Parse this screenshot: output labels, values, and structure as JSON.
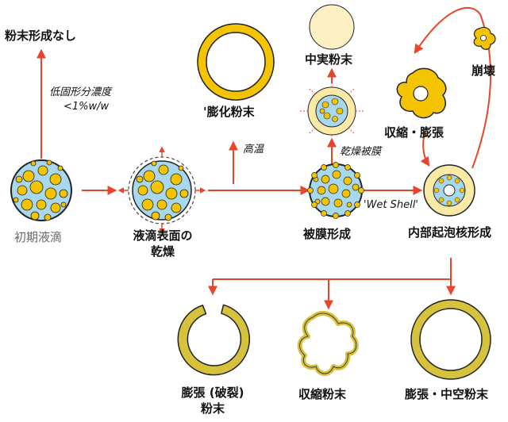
{
  "labels": {
    "no_powder": "粉末形成なし",
    "low_conc_line1": "低固形分濃度",
    "low_conc_line2": "<1%w/w",
    "initial_droplet": "初期液滴",
    "drying_line1": "液滴表面の",
    "drying_line2": "乾燥",
    "high_temp": "高温",
    "puffed_powder": "'膨化粉末",
    "film_formation": "被膜形成",
    "wet_shell": "'Wet Shell'",
    "dry_film": "乾燥被膜",
    "solid_powder": "中実粉末",
    "bubble_nucleation": "内部起泡核形成",
    "shrink_expand": "収縮・膨張",
    "collapse": "崩壊",
    "burst_line1": "膨張 (破裂)",
    "burst_line2": "粉末",
    "shrunk_powder": "収縮粉末",
    "hollow_powder": "膨張・中空粉末"
  },
  "colors": {
    "arrow": "#e8452c",
    "yellow": "#f5c400",
    "yellow_light": "#fbe9a6",
    "olive": "#d6c23c",
    "blue": "#a8d8ee",
    "outline": "#222222"
  }
}
